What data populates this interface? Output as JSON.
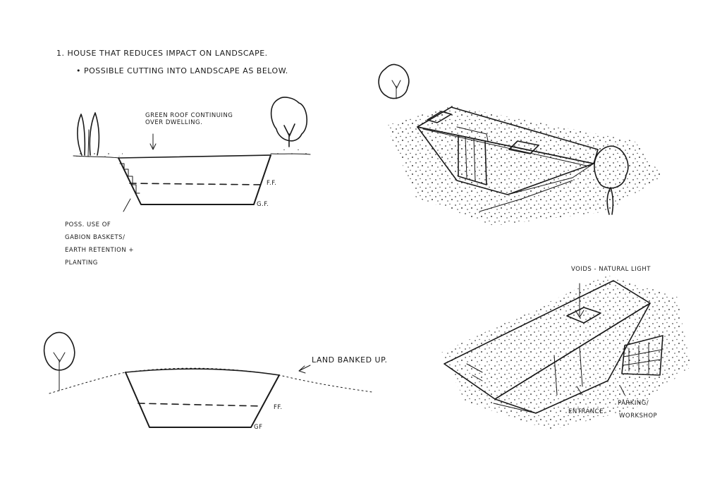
{
  "notes": {
    "line1": "1. HOUSE THAT REDUCES IMPACT ON LANDSCAPE.",
    "line2": "• POSSIBLE CUTTING INTO LANDSCAPE AS BELOW."
  },
  "section_top": {
    "roof_note_line1": "GREEN ROOF CONTINUING",
    "roof_note_line2": "OVER DWELLING.",
    "ff_label": "F.F.",
    "gf_label": "G.F.",
    "gabion_line1": "POSS. USE OF",
    "gabion_line2": "GABION BASKETS/",
    "gabion_line3": "EARTH RETENTION +",
    "gabion_line4": "PLANTING"
  },
  "section_bottom": {
    "banked_note": "LAND BANKED UP.",
    "ff_label": "FF.",
    "gf_label": "GF"
  },
  "perspective_bottom": {
    "voids_note": "VOIDS - NATURAL LIGHT",
    "entrance_label": "ENTRANCE.",
    "parking_line1": "PARKING/",
    "parking_line2": "WORKSHOP"
  }
}
